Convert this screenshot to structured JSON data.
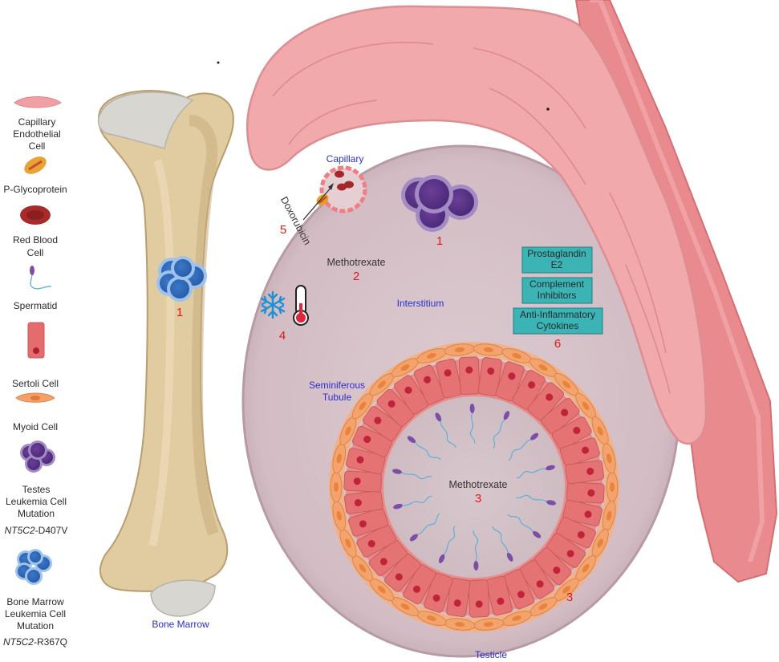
{
  "colors": {
    "testicle_fill": "#d6c1c8",
    "epididymis": "#f0a7aa",
    "vas_deferens": "#e88a8e",
    "bone": "#e0cba1",
    "bone_shade": "#c7ad80",
    "cartilage": "#d8d8d6",
    "sertoli_cell": "#e57373",
    "sertoli_nucleus": "#c0243a",
    "myoid_cell": "#f4a36c",
    "myoid_nucleus": "#e8833d",
    "testes_leukemia": "#7b4fa8",
    "marrow_leukemia": "#3e85d6",
    "box_fill": "#3cb4b5",
    "label_blue": "#2a2fcf",
    "number_red": "#e01919"
  },
  "legend": {
    "capillary_endothelial": "Capillary\nEndothelial\nCell",
    "p_glycoprotein": "P-Glycoprotein",
    "red_blood_cell": "Red Blood\nCell",
    "spermatid": "Spermatid",
    "sertoli_cell": "Sertoli Cell",
    "myoid_cell": "Myoid Cell",
    "testes_leukemia": "Testes\nLeukemia Cell\nMutation",
    "testes_mutation_gene": "NT5C2",
    "testes_mutation_variant": "-D407V",
    "marrow_leukemia": "Bone Marrow\nLeukemia Cell\nMutation",
    "marrow_mutation_gene": "NT5C2",
    "marrow_mutation_variant": "-R367Q"
  },
  "labels": {
    "bone_marrow": "Bone Marrow",
    "testicle": "Testicle",
    "capillary": "Capillary",
    "doxorubicin": "Doxorubicin",
    "methotrexate_interstitial": "Methotrexate",
    "interstitium": "Interstitium",
    "seminiferous_tubule": "Seminiferous\nTubule",
    "methotrexate_tubule": "Methotrexate"
  },
  "numbers": {
    "bone_marrow_cells": "1",
    "testes_cells": "1",
    "methotrexate_interstitial": "2",
    "methotrexate_tubule": "3",
    "tubule_wall": "3",
    "temperature": "4",
    "doxorubicin": "5",
    "immune_factors": "6"
  },
  "immune_boxes": [
    "Prostaglandin\nE2",
    "Complement\nInhibitors",
    "Anti-Inflammatory\nCytokines"
  ],
  "icons": {
    "cold": "snowflake-icon",
    "temperature": "thermometer-icon"
  }
}
